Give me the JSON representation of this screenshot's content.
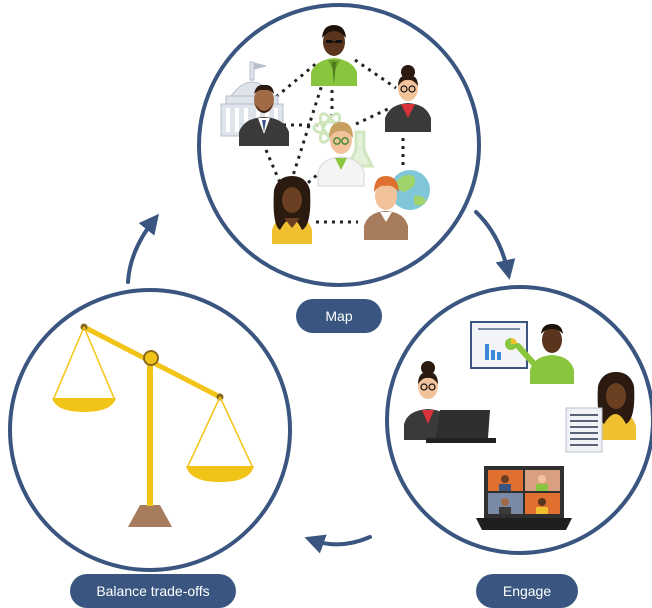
{
  "diagram": {
    "stages": [
      {
        "id": "map",
        "label": "Map"
      },
      {
        "id": "engage",
        "label": "Engage"
      },
      {
        "id": "balance",
        "label": "Balance trade-offs"
      }
    ],
    "cycle_direction": "clockwise",
    "colors": {
      "circle_stroke": "#3a5680",
      "arrow": "#3a5680",
      "pill": "#3a5680",
      "pill_text": "#ffffff",
      "scale_gold": "#f2c418",
      "skin_dark": "#6b3f22",
      "jacket_green": "#8ac53e"
    }
  }
}
